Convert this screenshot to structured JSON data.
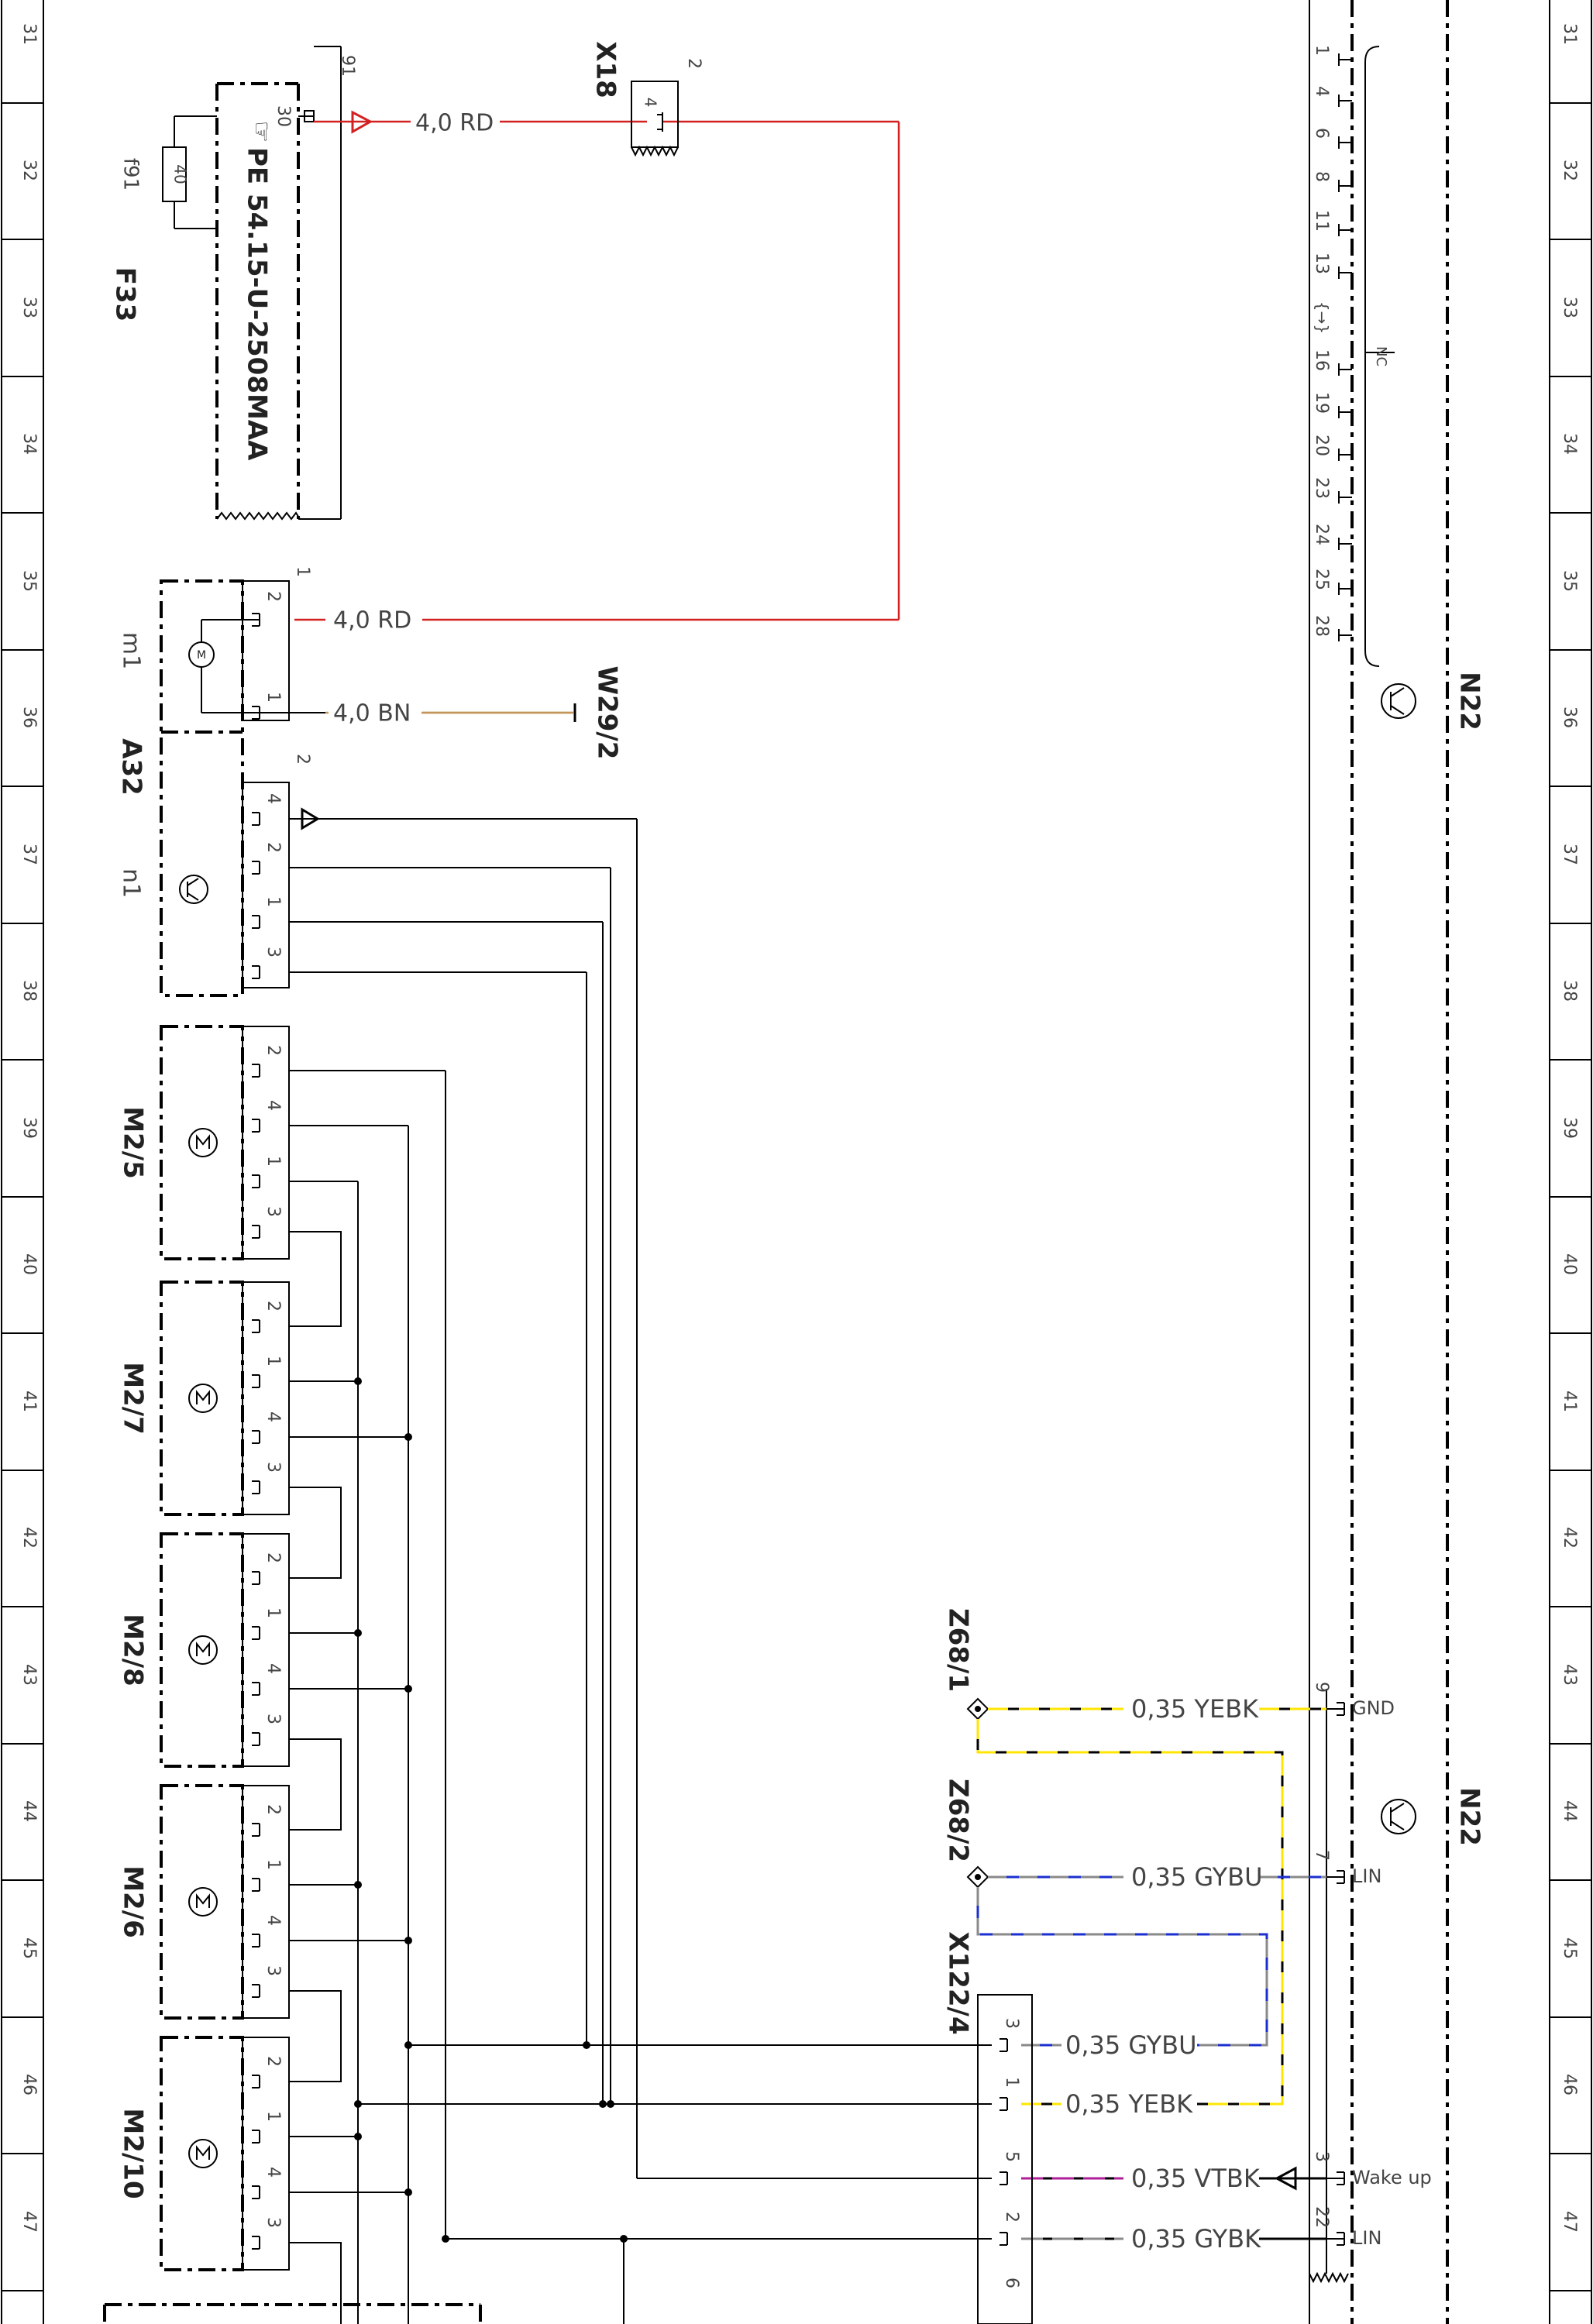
{
  "ruler": {
    "numbers": [
      "31",
      "32",
      "33",
      "34",
      "35",
      "36",
      "37",
      "38",
      "39",
      "40",
      "41",
      "42",
      "43",
      "44",
      "45",
      "46",
      "47"
    ]
  },
  "components": {
    "f33": {
      "designator": "F33",
      "fuse_ref": "f91",
      "fuse_value": "40",
      "pin_top": "91",
      "pin_30": "30"
    },
    "pe": {
      "label": "PE 54.15-U-2508MAA"
    },
    "x18": {
      "designator": "X18",
      "pin_top": "2",
      "pin": "4"
    },
    "a32": {
      "designator": "A32",
      "m1": "m1",
      "n1": "n1",
      "block1_no": "1",
      "block2_no": "2",
      "m1_pins": [
        "2",
        "1"
      ],
      "n1_pins": [
        "4",
        "2",
        "1",
        "3"
      ]
    },
    "w29_2": {
      "designator": "W29/2"
    },
    "motors": [
      {
        "designator": "M2/5",
        "pins": [
          "2",
          "4",
          "1",
          "3"
        ]
      },
      {
        "designator": "M2/7",
        "pins": [
          "2",
          "1",
          "4",
          "3"
        ]
      },
      {
        "designator": "M2/8",
        "pins": [
          "2",
          "1",
          "4",
          "3"
        ]
      },
      {
        "designator": "M2/6",
        "pins": [
          "2",
          "1",
          "4",
          "3"
        ]
      },
      {
        "designator": "M2/10",
        "pins": [
          "2",
          "1",
          "4",
          "3"
        ]
      }
    ],
    "z68_1": {
      "designator": "Z68/1"
    },
    "z68_2": {
      "designator": "Z68/2"
    },
    "x122_4": {
      "designator": "X122/4",
      "pins": [
        "3",
        "1",
        "5",
        "2",
        "6"
      ]
    },
    "n22_top": {
      "designator": "N22",
      "nc_label": "NC",
      "pins": [
        "1",
        "4",
        "6",
        "8",
        "11",
        "13",
        "16",
        "19",
        "20",
        "23",
        "24",
        "25",
        "28"
      ]
    },
    "n22_bottom": {
      "designator": "N22",
      "pins": [
        {
          "no": "9",
          "signal": "GND"
        },
        {
          "no": "7",
          "signal": "LIN"
        },
        {
          "no": "3",
          "signal": "Wake up"
        },
        {
          "no": "22",
          "signal": "LIN"
        }
      ]
    }
  },
  "wires": {
    "w_f33_x18": "4,0 RD",
    "w_a32_rd": "4,0 RD",
    "w_a32_bn": "4,0 BN",
    "w_z681_gnd": "0,35 YEBK",
    "w_z682_lin": "0,35 GYBU",
    "w_x122_3": "0,35 GYBU",
    "w_x122_1": "0,35 YEBK",
    "w_x122_5": "0,35 VTBK",
    "w_x122_2": "0,35 GYBK"
  },
  "colors": {
    "line": "#000000",
    "red": "#d32020",
    "brown": "#c4955a",
    "yellow": "#ffe600",
    "blue": "#1b2fd0",
    "violet": "#b0209a",
    "grey": "#8a8a8a",
    "text": "#444444"
  }
}
